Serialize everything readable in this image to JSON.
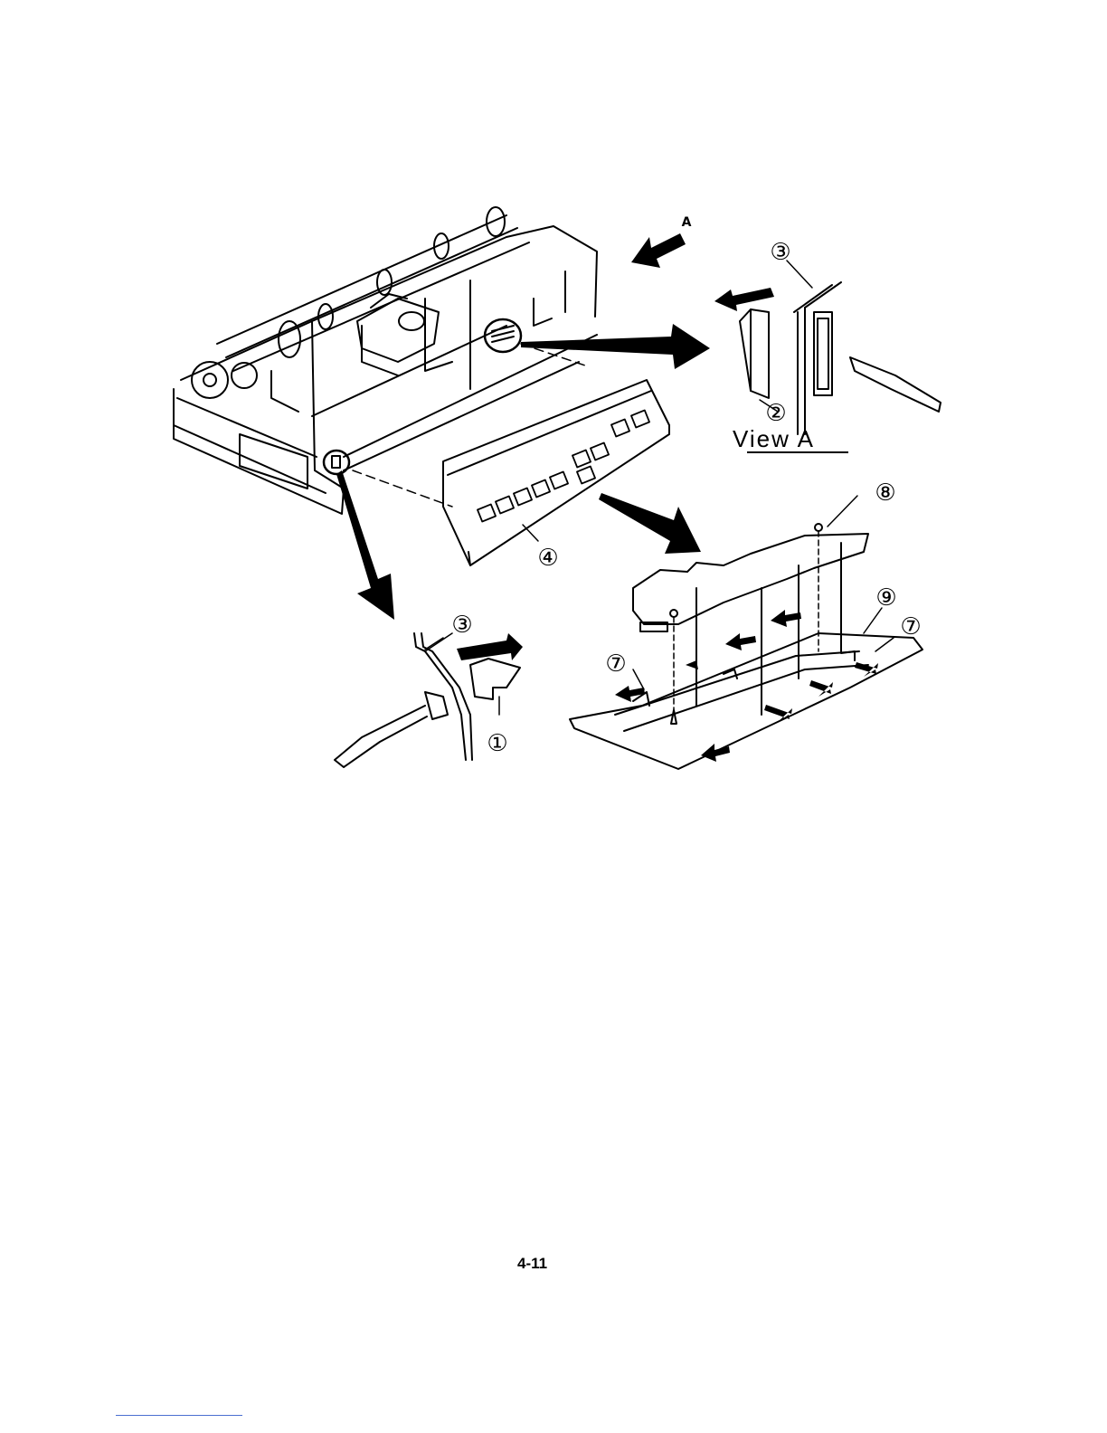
{
  "view_a": {
    "arrow_letter": "A",
    "caption": "View A"
  },
  "callouts": {
    "c1": "①",
    "c2": "②",
    "c3_top": "③",
    "c3_bottom": "③",
    "c4": "④",
    "c7_left": "⑦",
    "c7_right": "⑦",
    "c8": "⑧",
    "c9": "⑨"
  },
  "page_number": "4-11",
  "colors": {
    "ink": "#000000",
    "paper": "#ffffff",
    "footer_rule": "#4a6fd1"
  }
}
